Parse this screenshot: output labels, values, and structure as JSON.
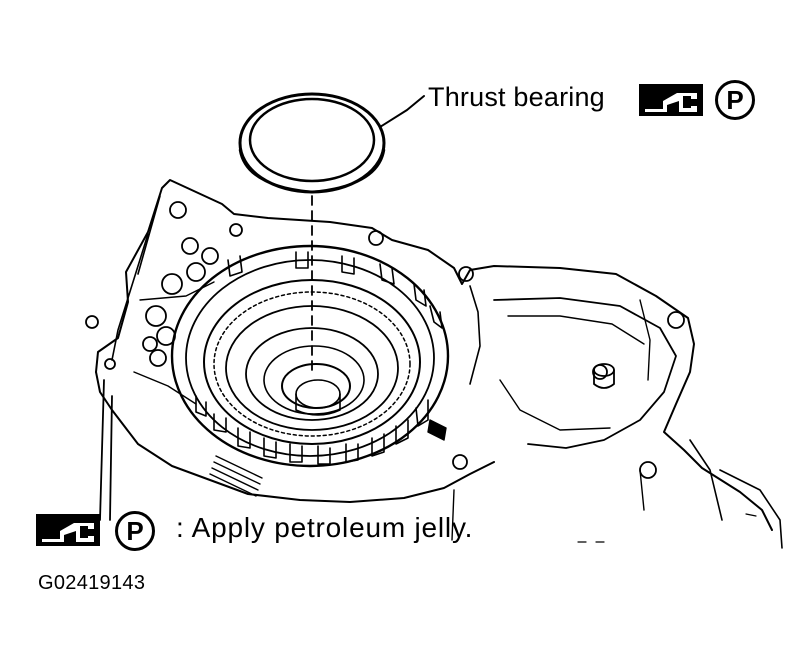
{
  "callout": {
    "label": "Thrust bearing"
  },
  "legend": {
    "text": ": Apply petroleum jelly."
  },
  "figure": {
    "code": "G02419143"
  },
  "symbols": {
    "apply_icon": "grease-gun-icon",
    "petroleum_icon": "letter-p-circle-icon",
    "petroleum_letter": "P"
  },
  "colors": {
    "line": "#000000",
    "background": "#ffffff"
  }
}
